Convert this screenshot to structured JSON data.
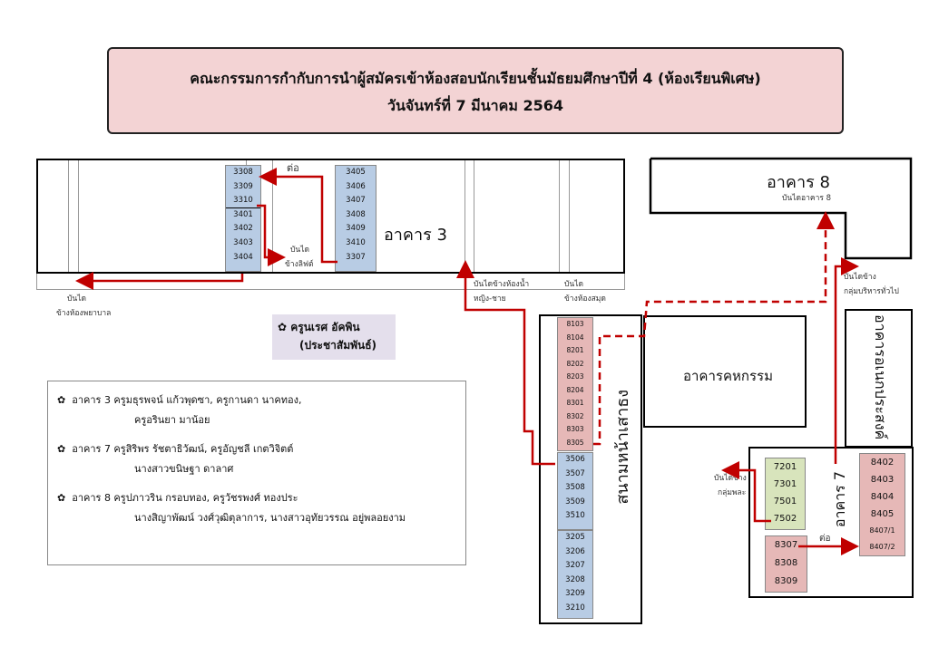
{
  "header": {
    "title": "คณะกรรมการกำกับการนำผู้สมัครเข้าห้องสอบนักเรียนชั้นมัธยมศึกษาปีที่ 4  (ห้องเรียนพิเศษ)",
    "date": "วันจันทร์ที่ 7 มีนาคม 2564"
  },
  "building3": {
    "name": "อาคาร  3",
    "left_rooms": [
      "3308",
      "3309",
      "3310",
      "3401",
      "3402",
      "3403",
      "3404"
    ],
    "right_rooms": [
      "3405",
      "3406",
      "3407",
      "3408",
      "3409",
      "3410",
      "3307"
    ],
    "continue": "ต่อ",
    "stair_lift": [
      "บันได",
      "ข้างลิฟต์"
    ],
    "stair_nurse": [
      "บันได",
      "ข้างห้องพยาบาล"
    ],
    "stair_restroom": [
      "บันไดข้างห้องน้ำ",
      "หญิง-ชาย"
    ],
    "stair_library": [
      "บันได",
      "ข้างห้องสมุด"
    ]
  },
  "building8": {
    "name": "อาคาร  8",
    "stair": "บันไดอาคาร 8",
    "stair_admin": [
      "บันไดข้าง",
      "กลุ่มบริหารทั่วไป"
    ]
  },
  "main_building": {
    "name": "สนามหน้าเสาธง",
    "pink_rooms": [
      "8103",
      "8104",
      "8201",
      "8202",
      "8203",
      "8204",
      "8301",
      "8302",
      "8303",
      "8305"
    ],
    "blue_rooms": [
      "3506",
      "3507",
      "3508",
      "3509",
      "3510"
    ],
    "blue_rooms2": [
      "3205",
      "3206",
      "3207",
      "3208",
      "3209",
      "3210"
    ]
  },
  "activity": {
    "name": "อาคารคหกรรม"
  },
  "multipurpose": {
    "name": "อาคารอเนกประสงค์"
  },
  "building7": {
    "name": "อาคาร 7",
    "green_rooms": [
      "7201",
      "7301",
      "7501",
      "7502"
    ],
    "pink_rooms": [
      "8307",
      "8308",
      "8309"
    ],
    "right_rooms": [
      "8402",
      "8403",
      "8404",
      "8405",
      "8407/1",
      "8407/2"
    ],
    "continue": "ต่อ",
    "stair": [
      "บันไดข้าง",
      "กลุ่มพละ"
    ]
  },
  "committee": {
    "lines": [
      "ครูนเรศ  อัคพิน",
      "(ประชาสัมพันธ์)"
    ]
  },
  "legend": [
    {
      "line1": "อาคาร 3 ครูมธุรพจน์  แก้วพุดซา, ครูกานดา  นาคทอง,",
      "line2": "ครูอรินยา  มาน้อย"
    },
    {
      "line1": "อาคาร 7 ครูสิริพร  รัชตาธิวัฒน์, ครูอัญชลี  เกตวิจิตต์",
      "line2": "นางสาวขนิษฐา  ดาลาศ"
    },
    {
      "line1": "อาคาร 8 ครูปภาวริน  กรอบทอง, ครูวัชรพงศ์  ทองประ",
      "line2": "นางสิญาพัฒน์  วงศ์วุฒิตุลาการ, นางสาวอุทัยวรรณ  อยู่พลอยงาม"
    }
  ],
  "colors": {
    "banner": "#f3d3d4",
    "arrow": "#c00000",
    "blue": "#b8cce4",
    "pink": "#e6b8b7",
    "green": "#d8e4bc"
  }
}
